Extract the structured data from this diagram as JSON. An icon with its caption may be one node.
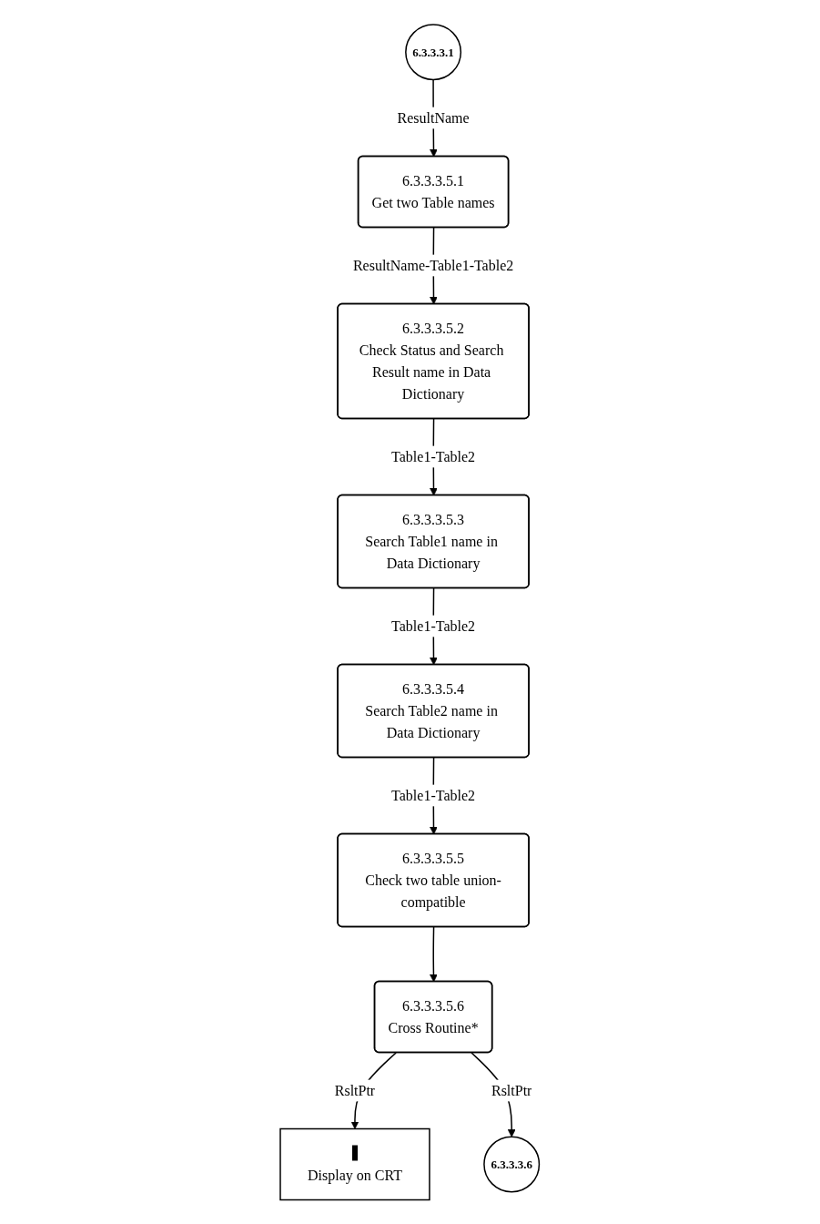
{
  "diagram": {
    "nodes": [
      {
        "text": [
          "6.3.3.3.1"
        ]
      },
      {
        "text": [
          "6.3.3.3.5.1",
          "Get two Table names"
        ]
      },
      {
        "text": [
          "6.3.3.3.5.2",
          "Check Status and Search Result name in Data Dictionary"
        ]
      },
      {
        "text": [
          "6.3.3.3.5.3",
          "Search Table1 name in Data Dictionary"
        ]
      },
      {
        "text": [
          "6.3.3.3.5.4",
          "Search Table2 name in Data Dictionary"
        ]
      },
      {
        "text": [
          "6.3.3.3.5.5",
          "Check two table union-compatible"
        ]
      },
      {
        "text": [
          "6.3.3.3.5.6",
          "Cross Routine*"
        ]
      },
      {
        "text": [
          "Display on CRT"
        ]
      },
      {
        "text": [
          "6.3.3.3.6"
        ]
      }
    ],
    "edges": [
      {
        "from": 0,
        "to": 1,
        "arrow": "to",
        "label": "ResultName"
      },
      {
        "from": 1,
        "to": 2,
        "arrow": "to",
        "label": "ResultName-Table1-Table2"
      },
      {
        "from": 2,
        "to": 3,
        "arrow": "to",
        "label": "Table1-Table2"
      },
      {
        "from": 3,
        "to": 4,
        "arrow": "to",
        "label": "Table1-Table2"
      },
      {
        "from": 4,
        "to": 5,
        "arrow": "to",
        "label": "Table1-Table2"
      },
      {
        "from": 5,
        "to": 6,
        "arrow": "to"
      },
      {
        "from": 6,
        "to": 7,
        "arrow": "to",
        "label": "RsltPtr"
      },
      {
        "from": 6,
        "to": 8,
        "arrow": "to",
        "label": "RsltPtr"
      }
    ]
  }
}
